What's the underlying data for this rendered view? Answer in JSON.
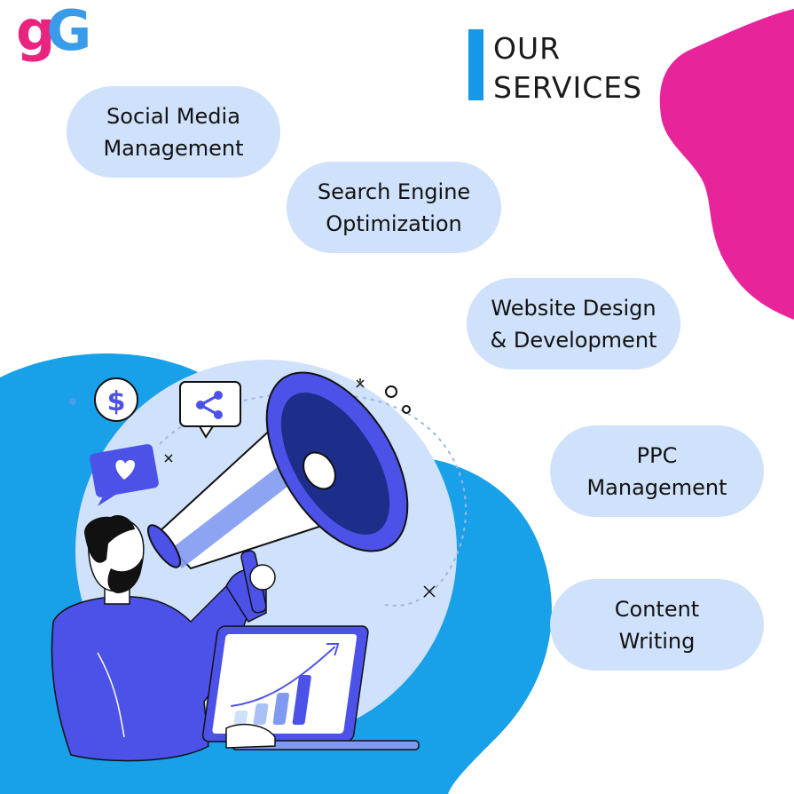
{
  "brand": {
    "logo_text": "gG",
    "colors": {
      "pink": "#e8247f",
      "blue": "#3a9be8",
      "accent_bar": "#1797e8",
      "pill": "#cfe1fb",
      "blob_blue": "#18a0e8",
      "blob_pink": "#e8249a",
      "illustration_indigo": "#4c51e8"
    }
  },
  "heading": {
    "line1": "OUR",
    "line2": "SERVICES"
  },
  "services": [
    {
      "line1": "Social Media",
      "line2": "Management"
    },
    {
      "line1": "Search Engine",
      "line2": "Optimization"
    },
    {
      "line1": "Website Design",
      "line2": "& Development"
    },
    {
      "line1": "PPC",
      "line2": "Management"
    },
    {
      "line1": "Content",
      "line2": "Writing"
    }
  ],
  "illustration": {
    "icons": [
      "dollar-icon",
      "share-icon",
      "heart-icon",
      "megaphone-icon",
      "laptop-icon",
      "growth-chart-icon",
      "sparkle-icon"
    ]
  }
}
